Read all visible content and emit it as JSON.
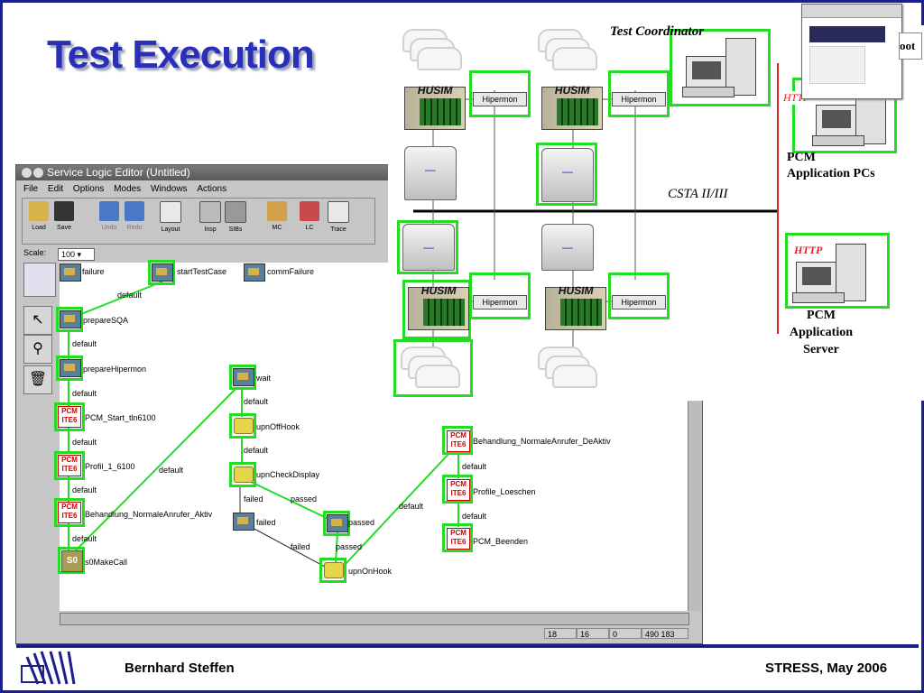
{
  "slide": {
    "title": "Test Execution",
    "footer_left": "Bernhard Steffen",
    "footer_right": "STRESS, May 2006"
  },
  "editor": {
    "window_title": "Service Logic Editor (Untitled)",
    "menu": [
      "File",
      "Edit",
      "Options",
      "Modes",
      "Windows",
      "Actions"
    ],
    "toolbar": [
      {
        "label": "Load"
      },
      {
        "label": "Save"
      },
      {
        "label": "Undo"
      },
      {
        "label": "Redo"
      },
      {
        "label": "Layout"
      },
      {
        "label": "Insp"
      },
      {
        "label": "SIBs"
      },
      {
        "label": "MC"
      },
      {
        "label": "LC"
      },
      {
        "label": "Trace"
      }
    ],
    "scale_label": "Scale:",
    "scale_value": "100",
    "status": [
      "18",
      "16",
      "0",
      "490 183"
    ]
  },
  "graph": {
    "nodes": [
      {
        "id": "failure",
        "label": "failure"
      },
      {
        "id": "startTestCase",
        "label": "startTestCase"
      },
      {
        "id": "commFailure",
        "label": "commFailure"
      },
      {
        "id": "prepareSQA",
        "label": "prepareSQA"
      },
      {
        "id": "prepareHipermon",
        "label": "prepareHipermon"
      },
      {
        "id": "pcm_start",
        "label": "PCM_Start_tln6100"
      },
      {
        "id": "profil",
        "label": "Profil_1_6100"
      },
      {
        "id": "behandlung_aktiv",
        "label": "Behandlung_NormaleAnrufer_Aktiv"
      },
      {
        "id": "s0makecall",
        "label": "s0MakeCall"
      },
      {
        "id": "wait",
        "label": "wait"
      },
      {
        "id": "upnOffHook",
        "label": "upnOffHook"
      },
      {
        "id": "upnCheckDisplay",
        "label": "upnCheckDisplay"
      },
      {
        "id": "failed",
        "label": "failed"
      },
      {
        "id": "passed",
        "label": "passed"
      },
      {
        "id": "upnOnHook",
        "label": "upnOnHook"
      },
      {
        "id": "behandlung_deaktiv",
        "label": "Behandlung_NormaleAnrufer_DeAktiv"
      },
      {
        "id": "profile_loeschen",
        "label": "Profile_Loeschen"
      },
      {
        "id": "pcm_beenden",
        "label": "PCM_Beenden"
      }
    ],
    "edge_labels": {
      "default": "default",
      "failed": "failed",
      "passed": "passed"
    },
    "pcm_icon": {
      "line1": "PCM",
      "line2": "ITE6"
    },
    "sib_s0": "S0"
  },
  "diagram": {
    "test_coordinator": "Test Coordinator",
    "csta": "CSTA II/III",
    "husim": "HUSIM",
    "hipermon": "Hipermon",
    "http": "HTTP",
    "pcm_pcs": "PCM\nApplication PCs",
    "pcm_server": "PCM\nApplication\nServer",
    "http_top": "HTTP",
    "oot": "oot"
  },
  "colors": {
    "title": "#2a2fb8",
    "highlight": "#22dd22",
    "frame": "#1a1f8a",
    "http_line": "#dd2222"
  }
}
